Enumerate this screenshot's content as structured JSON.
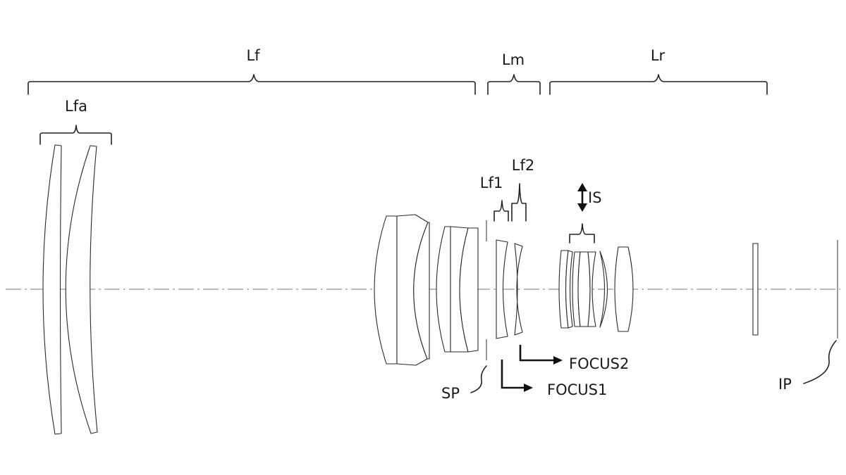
{
  "diagram": {
    "group_labels": {
      "front_group": "Lf",
      "middle_group": "Lm",
      "rear_group": "Lr",
      "front_subgroup": "Lfa",
      "focus_unit_1": "Lf1",
      "focus_unit_2": "Lf2",
      "image_stabilizer": "IS"
    },
    "callouts": {
      "aperture_stop": "SP",
      "image_plane": "IP",
      "focus_1": "FOCUS1",
      "focus_2": "FOCUS2"
    },
    "colors": {
      "line": "#222222",
      "axis": "#7a7a7a",
      "background": "#ffffff"
    }
  }
}
